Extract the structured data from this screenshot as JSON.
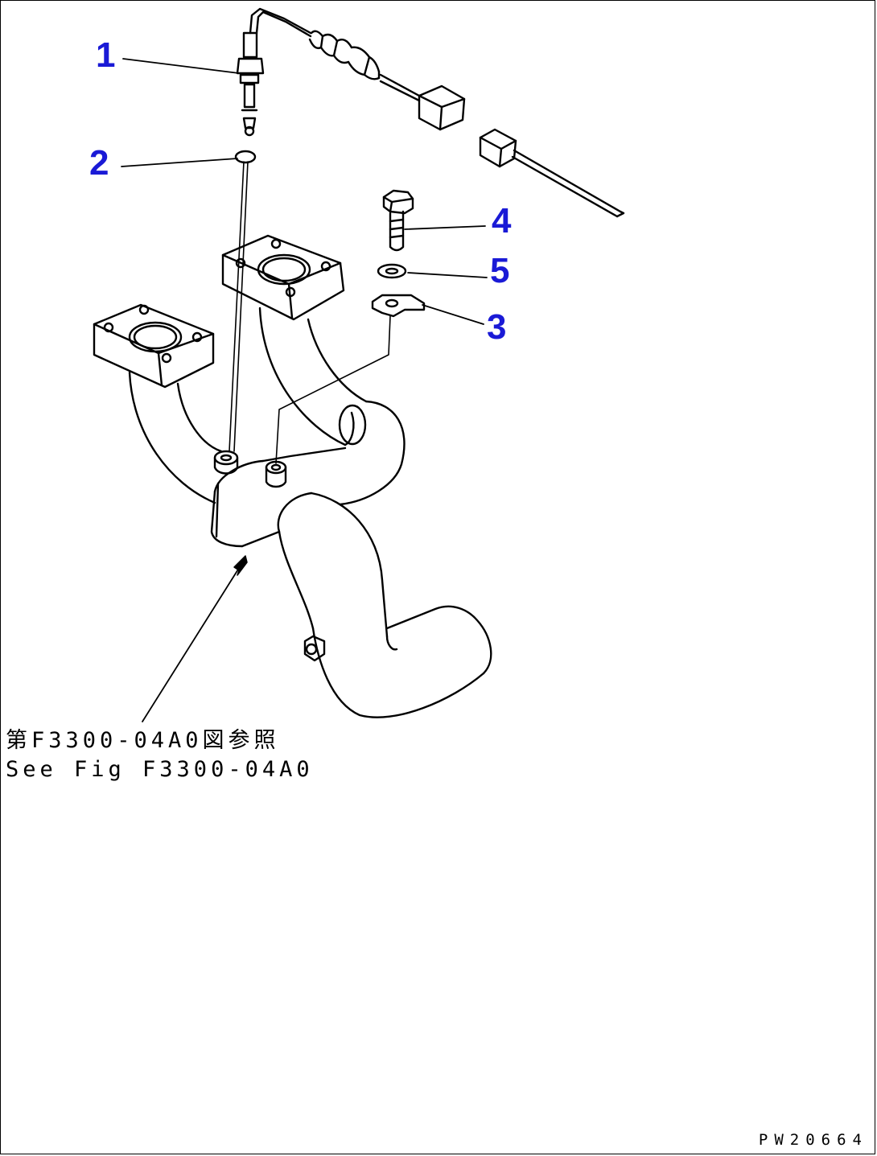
{
  "callouts": [
    {
      "id": "1",
      "label": "1"
    },
    {
      "id": "2",
      "label": "2"
    },
    {
      "id": "3",
      "label": "3"
    },
    {
      "id": "4",
      "label": "4"
    },
    {
      "id": "5",
      "label": "5"
    }
  ],
  "reference": {
    "line_jp": "第F3300-04A0図参照",
    "line_en": "See Fig F3300-04A0"
  },
  "drawing_id": "PW20664",
  "colors": {
    "callout": "#1a1ad6",
    "line": "#000000",
    "background": "#ffffff"
  }
}
